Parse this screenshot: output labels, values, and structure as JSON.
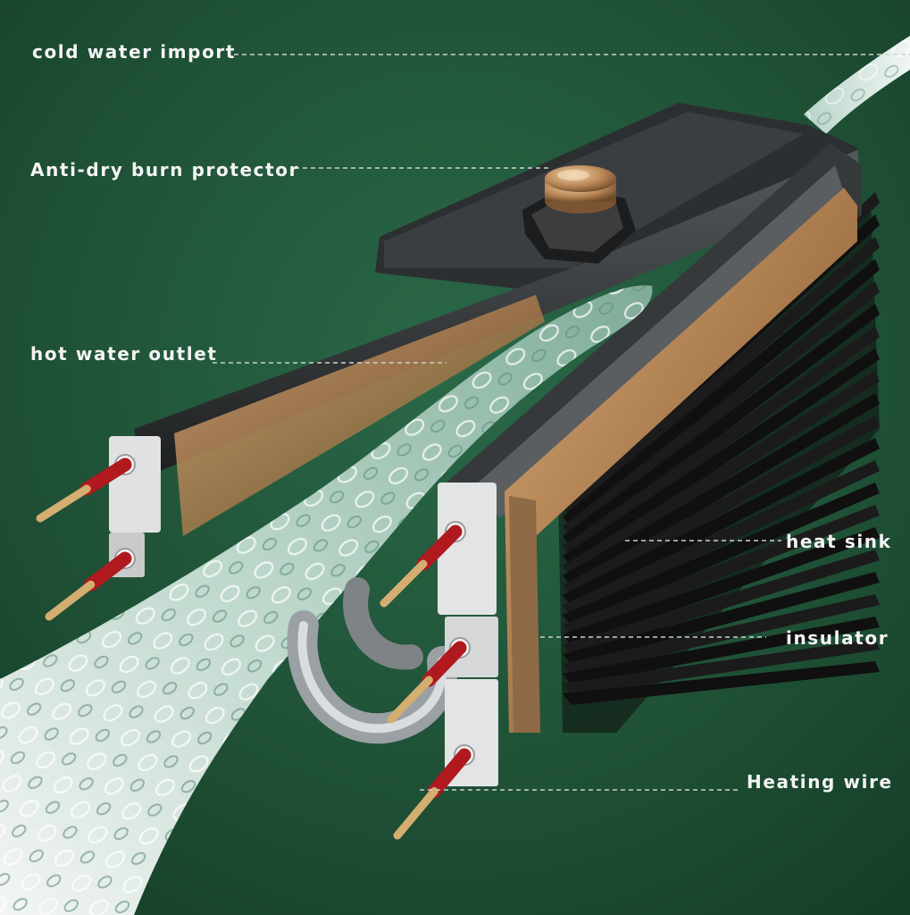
{
  "labels": {
    "cold_water_import": "cold water import",
    "anti_dry_burn_protector": "Anti-dry burn protector",
    "hot_water_outlet": "hot water outlet",
    "heat_sink": "heat sink",
    "insulator": "insulator",
    "heating_wire": "Heating wire"
  },
  "colors": {
    "background": "#1f5136",
    "label_text": "#f4f4f4",
    "copper": "#b98a5c",
    "heat_sink": "#141414",
    "housing": "#2b2d2e",
    "terminal_red": "#a3151a",
    "water": "#d8ece4"
  }
}
